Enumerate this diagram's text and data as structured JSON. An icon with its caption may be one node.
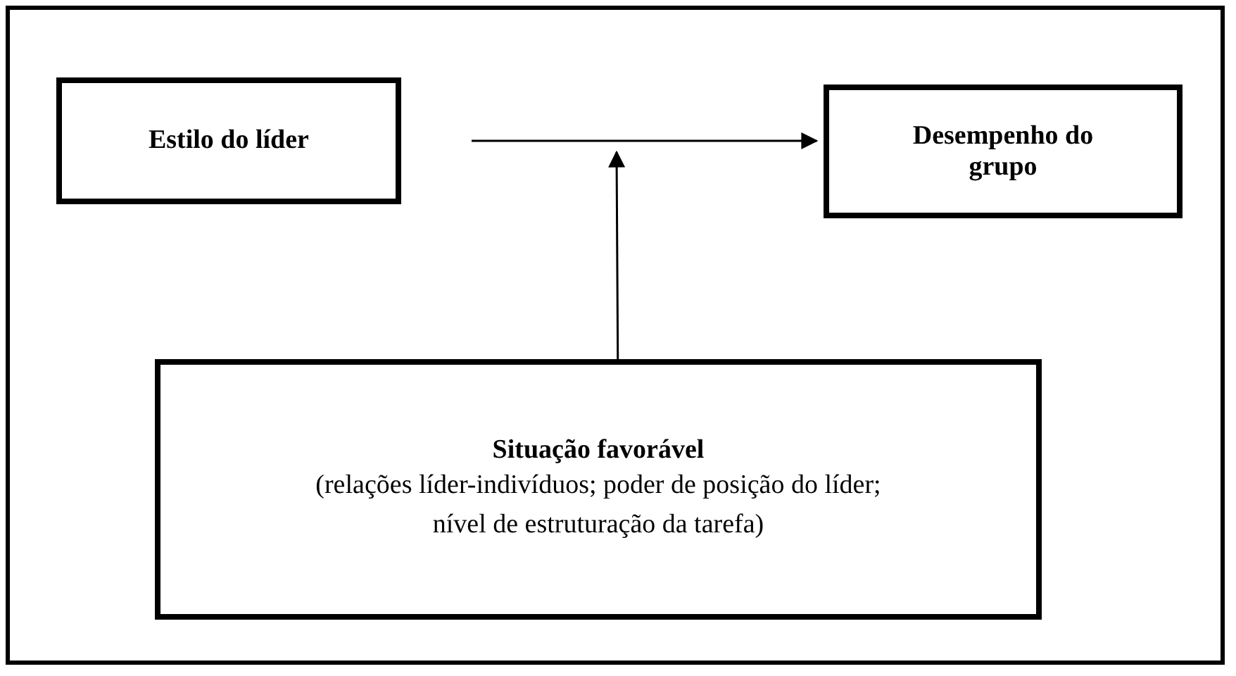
{
  "diagram": {
    "nodes": [
      {
        "text": [
          "Estilo do líder"
        ]
      },
      {
        "text": [
          "Desempenho do grupo"
        ]
      },
      {
        "text": [
          "Situação favorável",
          "(relações líder-indivíduos; poder de posição do líder; nível de estruturação da tarefa)"
        ]
      }
    ],
    "edges": [
      {
        "from": 0,
        "to": 1,
        "arrow": "to"
      },
      {
        "from": 2,
        "to": null,
        "arrow": "to"
      }
    ]
  }
}
